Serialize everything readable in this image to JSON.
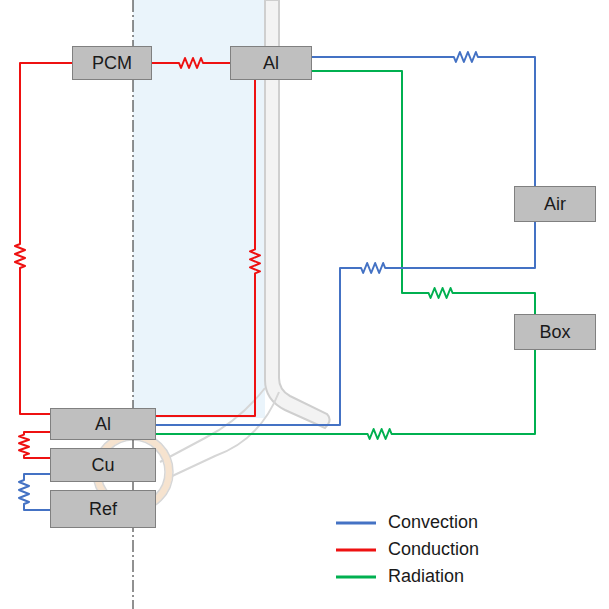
{
  "diagram": {
    "nodes": [
      {
        "text": [
          "PCM"
        ]
      },
      {
        "text": [
          "Al"
        ]
      },
      {
        "text": [
          "Air"
        ]
      },
      {
        "text": [
          "Box"
        ]
      },
      {
        "text": [
          "Al"
        ]
      },
      {
        "text": [
          "Cu"
        ]
      },
      {
        "text": [
          "Ref"
        ]
      }
    ],
    "edges": [
      {
        "from": 0,
        "to": 1,
        "arrow": "none"
      },
      {
        "from": 0,
        "to": 4,
        "arrow": "none"
      },
      {
        "from": 1,
        "to": 4,
        "arrow": "none"
      },
      {
        "from": 1,
        "to": 2,
        "arrow": "none"
      },
      {
        "from": 1,
        "to": 3,
        "arrow": "none"
      },
      {
        "from": 4,
        "to": 2,
        "arrow": "none"
      },
      {
        "from": 4,
        "to": 3,
        "arrow": "none"
      },
      {
        "from": 4,
        "to": 5,
        "arrow": "none"
      },
      {
        "from": 5,
        "to": 6,
        "arrow": "none"
      }
    ],
    "legend": [
      {
        "text": "Convection"
      },
      {
        "text": "Conduction"
      },
      {
        "text": "Radiation"
      }
    ]
  }
}
